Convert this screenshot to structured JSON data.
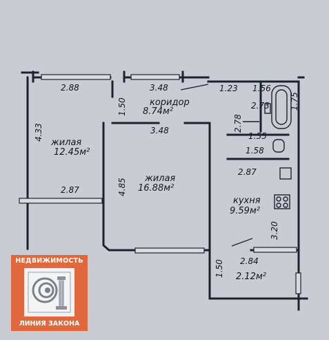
{
  "rooms": {
    "corridor": {
      "name": "коридор",
      "area": "8.74м²"
    },
    "living1": {
      "name": "жилая",
      "area": "12.45м²"
    },
    "living2": {
      "name": "жилая",
      "area": "16.88м²"
    },
    "kitchen": {
      "name": "кухня",
      "area": "9.59м²"
    },
    "balcony": {
      "area": "2.12м²"
    }
  },
  "dimensions": {
    "d_2_88": "2.88",
    "d_3_48_top": "3.48",
    "d_1_23": "1.23",
    "d_1_56": "1.56",
    "d_1_50_corr": "1.50",
    "d_4_33": "4.33",
    "d_3_48_mid": "3.48",
    "d_2_73": "2.73",
    "d_1_75": "1.75",
    "d_2_78": "2.78",
    "d_1_55": "1.55",
    "d_1_58": "1.58",
    "d_2_87_kitchen": "2.87",
    "d_2_87_living": "2.87",
    "d_4_85": "4.85",
    "d_3_20": "3.20",
    "d_2_84": "2.84",
    "d_1_50_balc": "1.50"
  },
  "logo": {
    "top_text": "НЕДВИЖИМОСТЬ",
    "bottom_text": "ЛИНИЯ ЗАКОНА"
  }
}
